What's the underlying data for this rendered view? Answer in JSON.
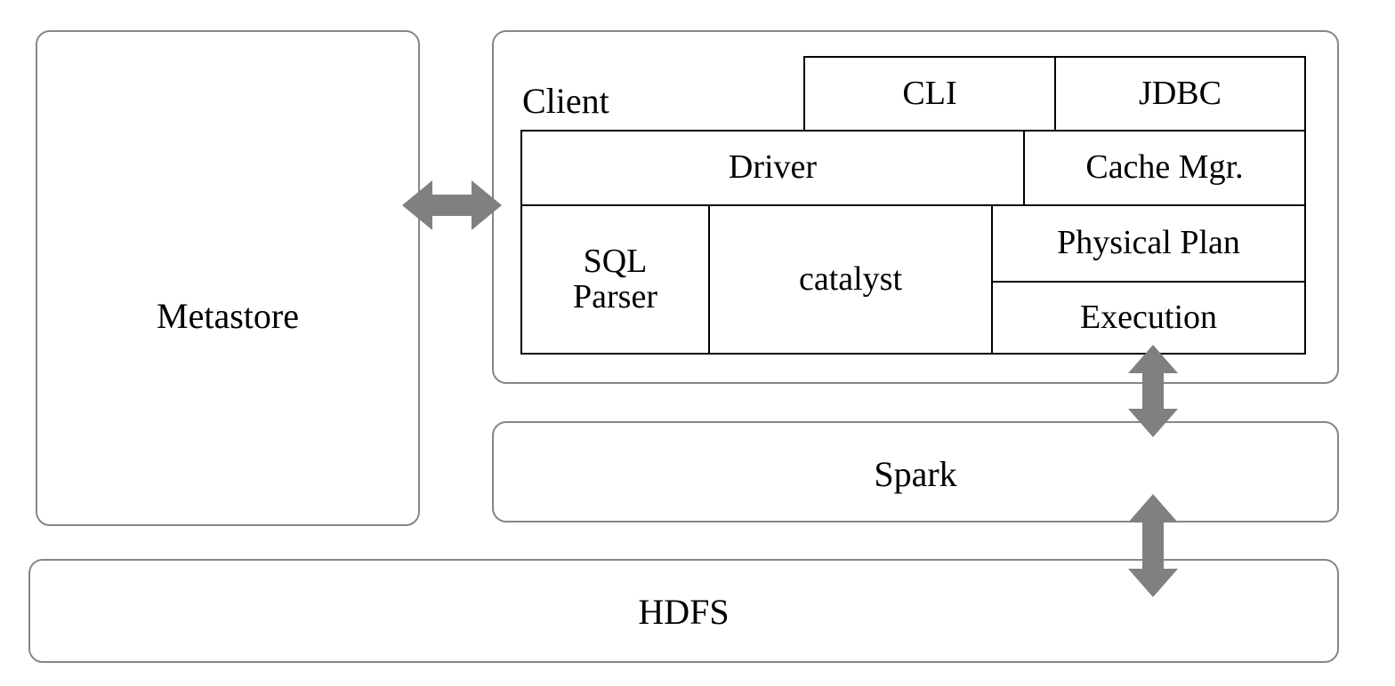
{
  "diagram": {
    "title_text_present": false,
    "accent_gray": "#808080",
    "box_border_gray": "#868686",
    "cell_border": "#000000",
    "background": "#ffffff"
  },
  "metastore": {
    "label": "Metastore"
  },
  "client": {
    "label": "Client",
    "cells": {
      "cli": "CLI",
      "jdbc": "JDBC",
      "driver": "Driver",
      "cache_mgr": "Cache Mgr.",
      "sql_parser": "SQL\nParser",
      "sql_parser_line1": "SQL",
      "sql_parser_line2": "Parser",
      "catalyst": "catalyst",
      "physical_plan": "Physical Plan",
      "execution": "Execution"
    }
  },
  "spark": {
    "label": "Spark"
  },
  "hdfs": {
    "label": "HDFS"
  },
  "connectors": [
    {
      "name": "metastore-client-arrow",
      "direction": "bidirectional-horizontal",
      "from": "Metastore",
      "to": "Client"
    },
    {
      "name": "execution-spark-arrow",
      "direction": "bidirectional-vertical",
      "from": "Execution",
      "to": "Spark"
    },
    {
      "name": "spark-hdfs-arrow",
      "direction": "bidirectional-vertical",
      "from": "Spark",
      "to": "HDFS"
    }
  ]
}
